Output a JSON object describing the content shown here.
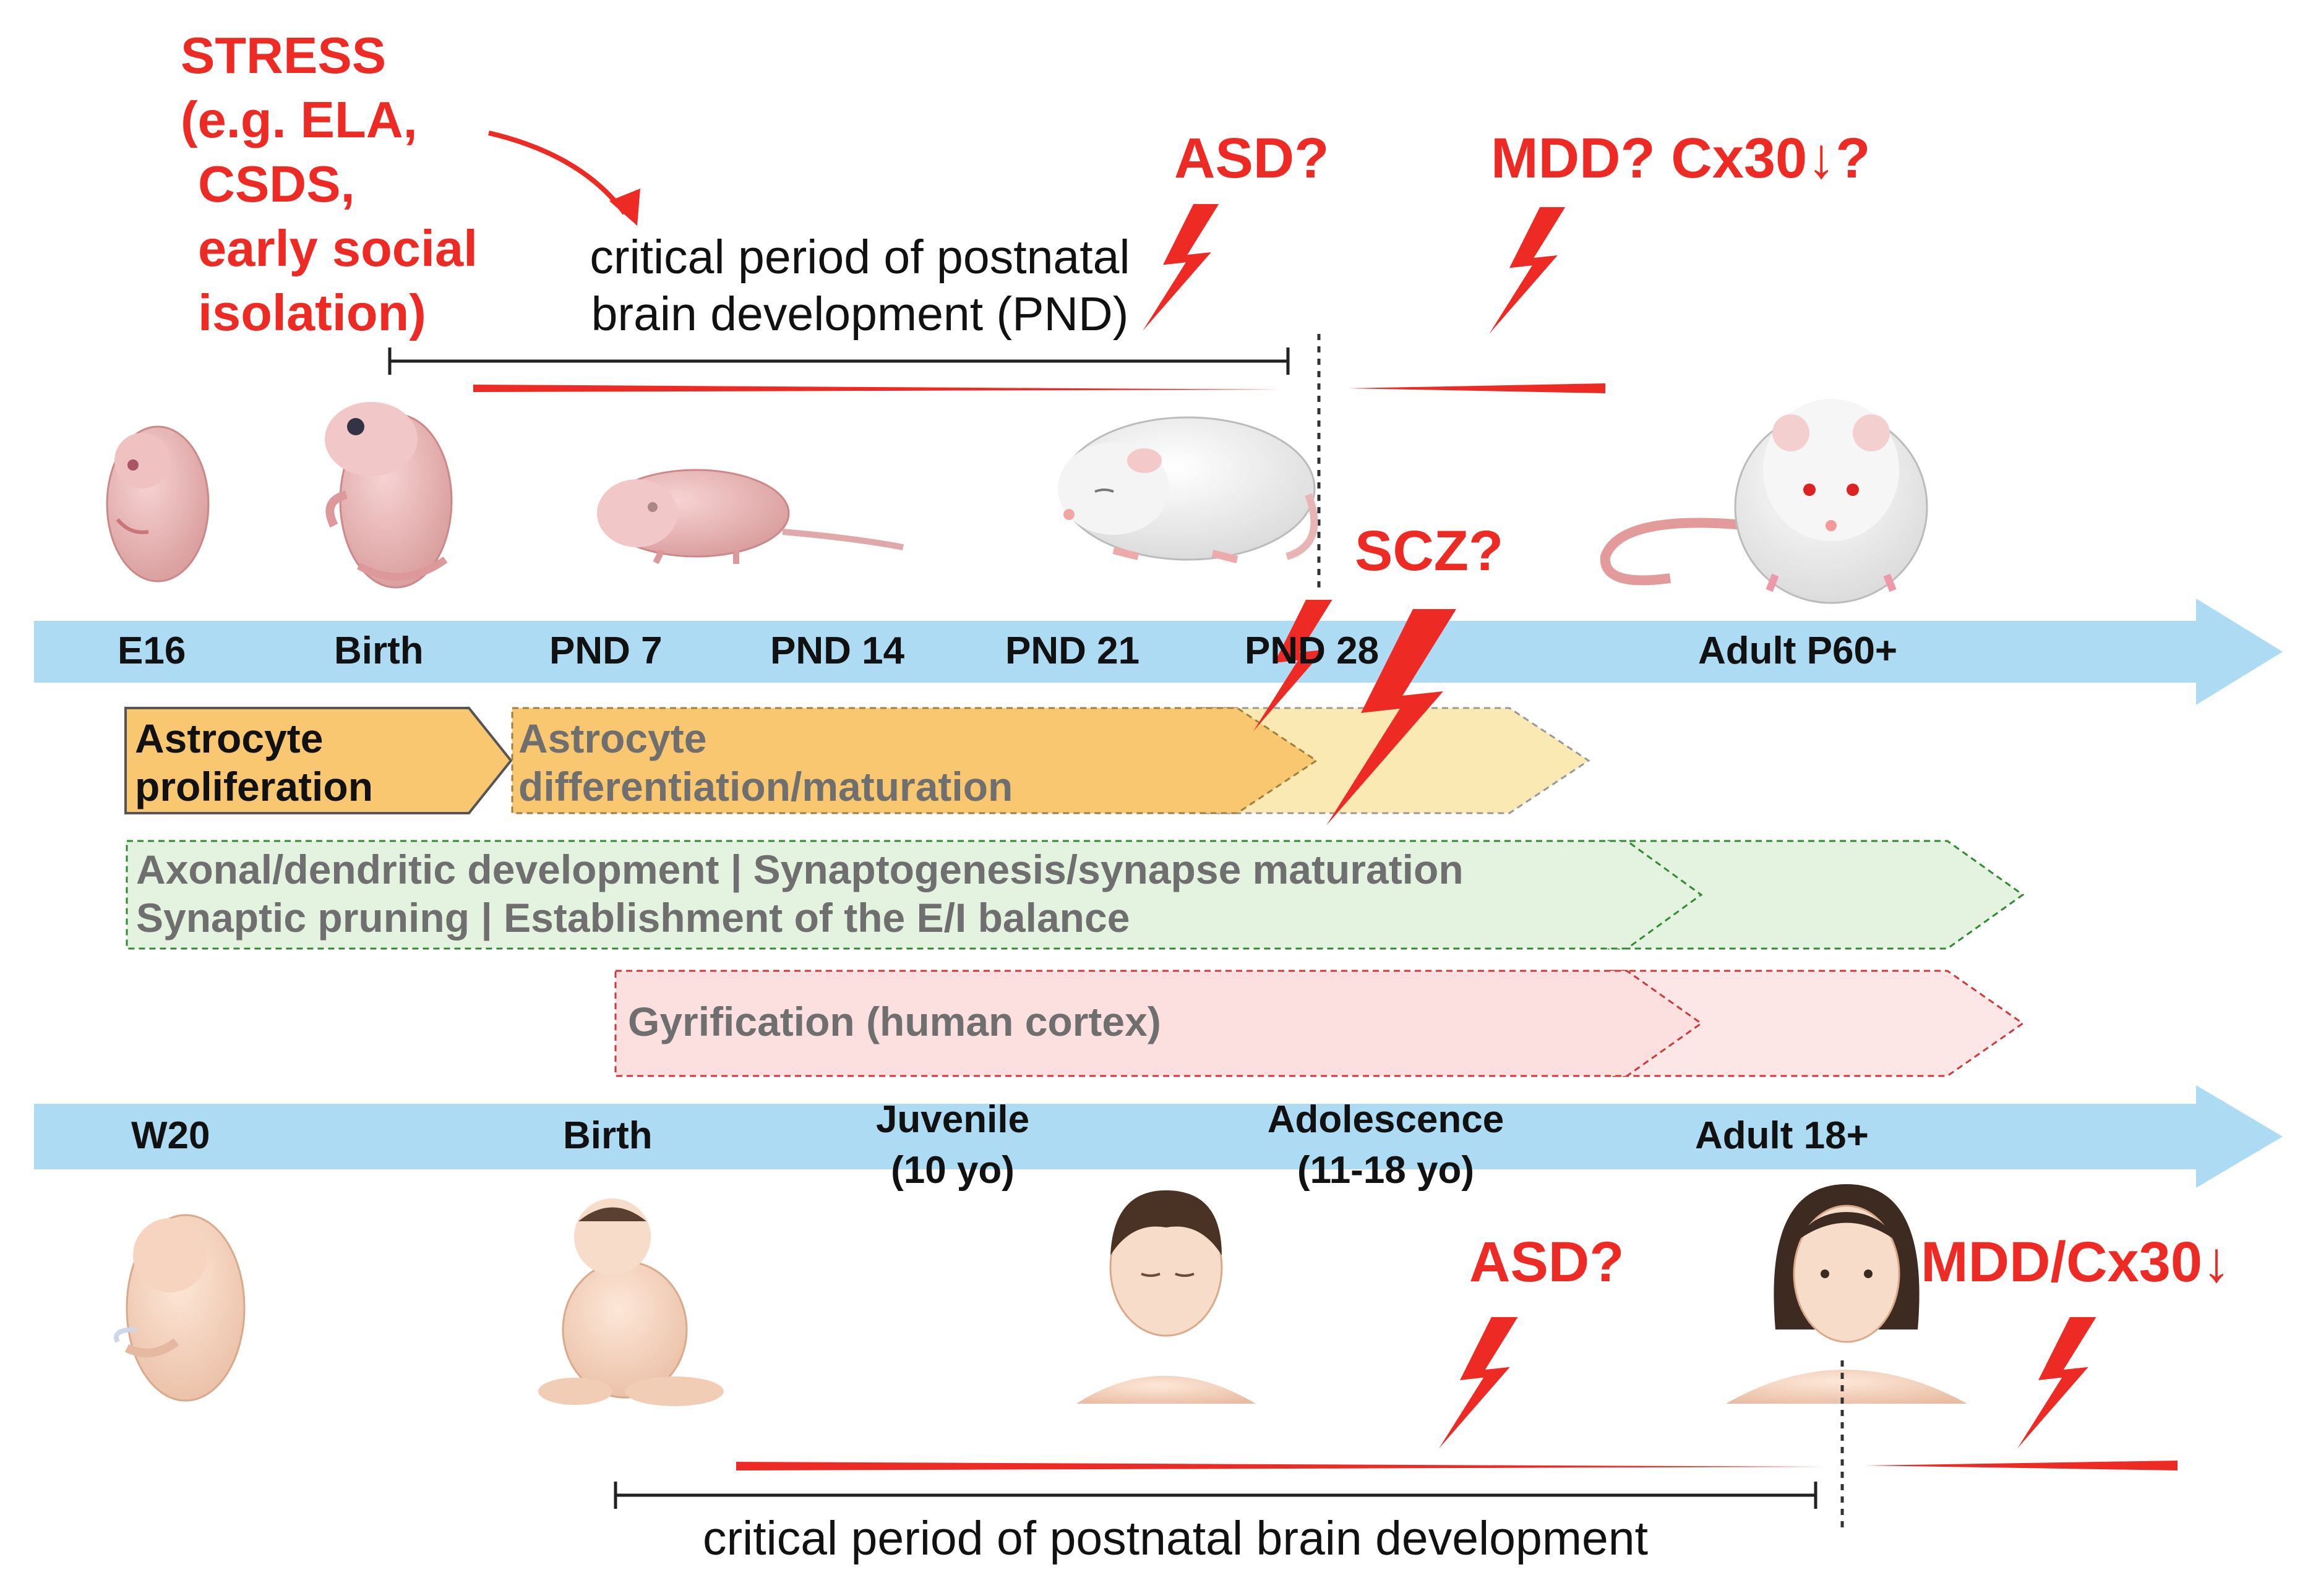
{
  "stress": {
    "lines": [
      "STRESS",
      "(e.g. ELA,",
      "CSDS,",
      "early social",
      "isolation)"
    ]
  },
  "rodent": {
    "critical_period_lines": [
      "critical period of postnatal",
      "brain development (PND)"
    ],
    "disorders": [
      "ASD?",
      "MDD? Cx30↓?",
      "SCZ?"
    ],
    "axis_labels": [
      "E16",
      "Birth",
      "PND 7",
      "PND 14",
      "PND 21",
      "PND 28",
      "Adult P60+"
    ]
  },
  "phases": {
    "astro_prolif": [
      "Astrocyte",
      "proliferation"
    ],
    "astro_diff": [
      "Astrocyte",
      "differentiation/maturation"
    ],
    "synapse": [
      "Axonal/dendritic development | Synaptogenesis/synapse maturation",
      "Synaptic pruning | Establishment of the E/I balance"
    ],
    "gyrification": "Gyrification (human cortex)"
  },
  "human": {
    "axis_labels": {
      "w20": "W20",
      "birth": "Birth",
      "juvenile": [
        "Juvenile",
        "(10 yo)"
      ],
      "adolescence": [
        "Adolescence",
        "(11-18 yo)"
      ],
      "adult": "Adult 18+"
    },
    "disorders": [
      "ASD?",
      "MDD/Cx30↓"
    ],
    "critical_period": "critical period of postnatal brain development"
  },
  "icons": [
    "rat-embryo-icon",
    "newborn-pup-icon",
    "juvenile-rat-icon",
    "weanling-rat-icon",
    "adult-rat-icon",
    "human-fetus-icon",
    "baby-icon",
    "child-icon",
    "adult-woman-icon",
    "lightning-bolt-icon"
  ],
  "colors": {
    "disorder_red": "#ee2a24",
    "timeline_blue": "#aedbf4",
    "astro_orange": "#f9c770",
    "astro_pale": "#fbe9b3",
    "synapse_green": "#e3f3df",
    "gyrification_pink": "#fce0e0"
  }
}
